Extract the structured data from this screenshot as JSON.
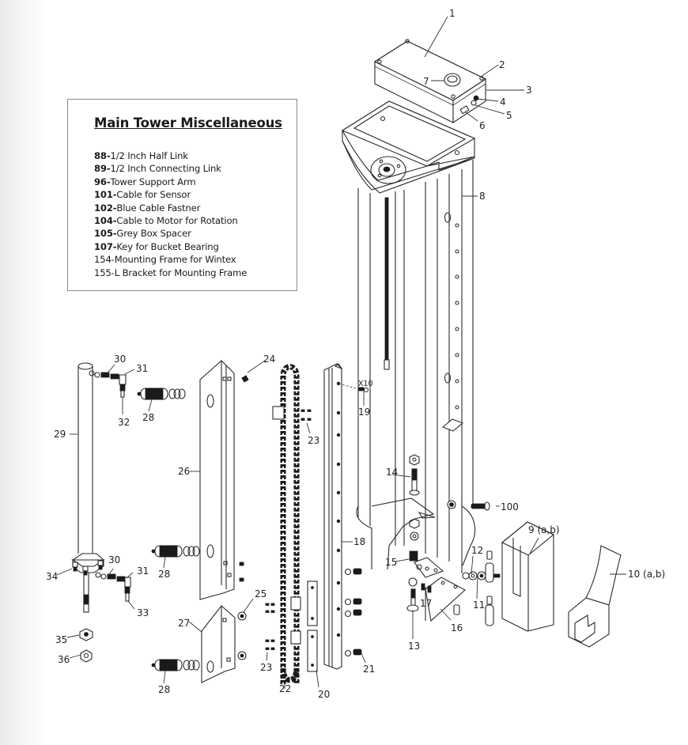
{
  "legend": {
    "title": "Main Tower Miscellaneous",
    "items": [
      {
        "number": "88",
        "description": "1/2 Inch Half Link",
        "bold_number": true
      },
      {
        "number": "89",
        "description": "1/2 Inch Connecting Link",
        "bold_number": true
      },
      {
        "number": "96",
        "description": "Tower Support Arm",
        "bold_number": true
      },
      {
        "number": "101",
        "description": "Cable for Sensor",
        "bold_number": true
      },
      {
        "number": "102",
        "description": "Blue Cable Fastner",
        "bold_number": true
      },
      {
        "number": "104",
        "description": "Cable to Motor for Rotation",
        "bold_number": true
      },
      {
        "number": "105",
        "description": "Grey Box Spacer",
        "bold_number": true
      },
      {
        "number": "107",
        "description": "Key for Bucket Bearing",
        "bold_number": true
      },
      {
        "number": "154",
        "description": "Mounting Frame for Wintex",
        "bold_number": false
      },
      {
        "number": "155",
        "description": "L Bracket for Mounting Frame",
        "bold_number": false
      }
    ],
    "separator": "-"
  },
  "callouts": {
    "p1": "1",
    "p2": "2",
    "p3": "3",
    "p4": "4",
    "p5": "5",
    "p6": "6",
    "p7": "7",
    "p8": "8",
    "p9": "9 (a,b)",
    "p10": "10 (a,b)",
    "p11": "11",
    "p12": "12",
    "p13": "13",
    "p14": "14",
    "p15": "15",
    "p16": "16",
    "p17": "17",
    "p18": "18",
    "p19": "19",
    "p19_qty": "X10",
    "p20": "20",
    "p21": "21",
    "p22": "22",
    "p23a": "23",
    "p23b": "23",
    "p24": "24",
    "p25": "25",
    "p26": "26",
    "p27": "27",
    "p28a": "28",
    "p28b": "28",
    "p28c": "28",
    "p29": "29",
    "p30a": "30",
    "p30b": "30",
    "p31a": "31",
    "p31b": "31",
    "p32": "32",
    "p33": "33",
    "p34": "34",
    "p35": "35",
    "p36": "36",
    "p100": "100"
  }
}
